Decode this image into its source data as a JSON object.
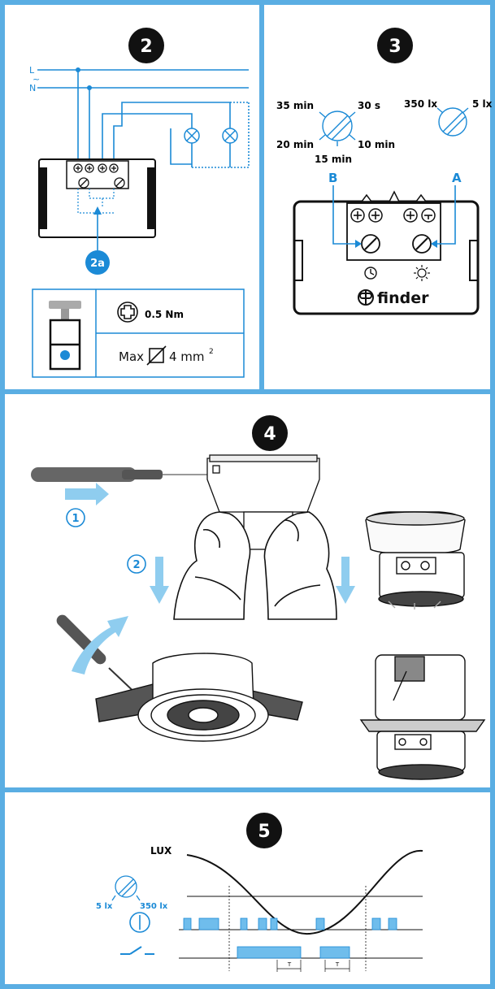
{
  "colors": {
    "frame": "#5aaee3",
    "wire": "#1b8ad6",
    "ink": "#111111",
    "light_blue": "#8fcdef"
  },
  "steps": {
    "s2": "2",
    "s3": "3",
    "s4": "4",
    "s5": "5"
  },
  "wiring": {
    "label_L": "L",
    "label_N": "N",
    "callout_2a": "2a"
  },
  "spec": {
    "torque": "0.5 Nm",
    "wire_prefix": "Max",
    "wire_size": "4 mm",
    "wire_exp": "2"
  },
  "time_dial": {
    "t35": "35 min",
    "t30s": "30 s",
    "t20": "20 min",
    "t10": "10 min",
    "t15": "15 min"
  },
  "lux_dial": {
    "l350": "350 lx",
    "l5": "5 lx"
  },
  "pots": {
    "b": "B",
    "a": "A",
    "brand": "finder"
  },
  "removal": {
    "c1": "1",
    "c2": "2"
  },
  "graph": {
    "lux": "LUX",
    "low": "5 lx",
    "high": "350 lx",
    "t_left": "T",
    "t_right": "T"
  }
}
